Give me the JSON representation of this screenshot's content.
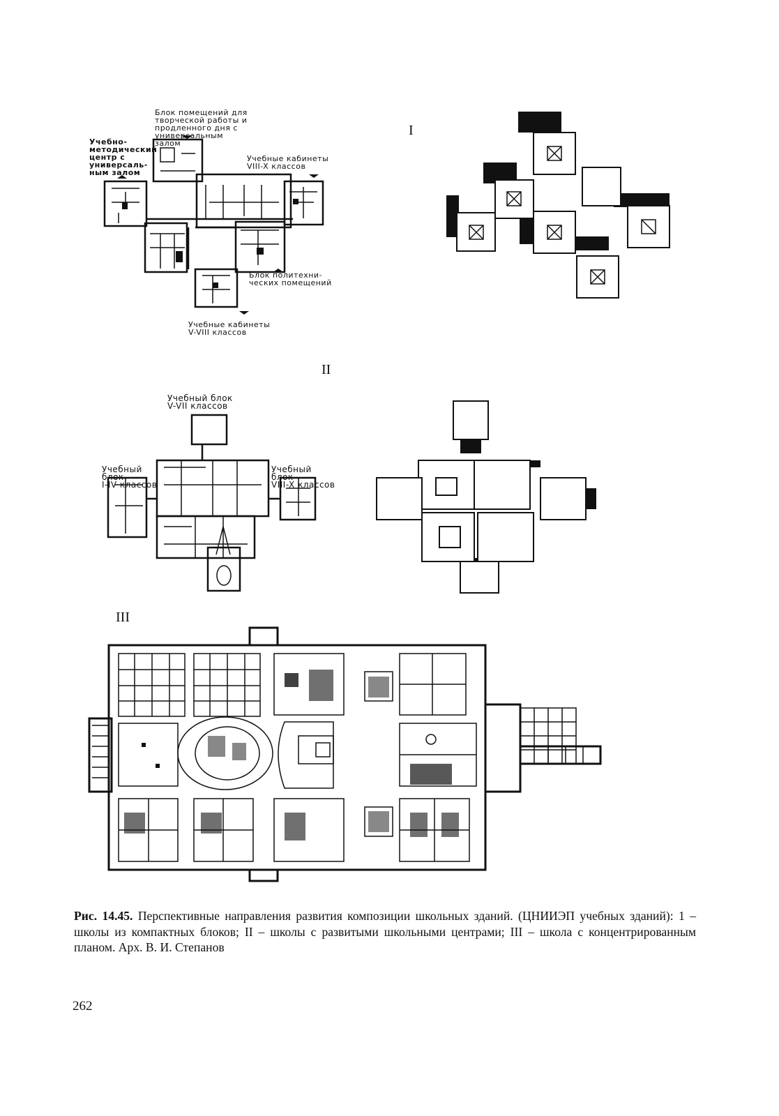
{
  "figure": {
    "part_labels": [
      "I",
      "II",
      "III"
    ],
    "part1_labels": {
      "block_top": "Блок помещений для\nтворческой работы и\nпродленного дня с\nуниверсальным\nзалом",
      "left_center": "Учебно-\nметодический\nцентр с\nуниверсаль-\nным залом",
      "right_classes": "Учебные кабинеты\nVIII-X классов",
      "polytech": "Блок политехни-\nческих помещений",
      "bottom_classes": "Учебные кабинеты\nV-VIII классов"
    },
    "part2_labels": {
      "top_block": "Учебный блок\nV-VII классов",
      "left_block": "Учебный\nблок\nI-IV классов",
      "right_block": "Учебный\nблок\nVIII-X классов"
    }
  },
  "caption": {
    "number": "Рис. 14.45.",
    "text": " Перспективные направления развития композиции школьных зданий. (ЦНИИЭП учебных зданий): 1 – школы из компактных блоков; II – школы с развитыми школьными центрами; III – школа с концентрированным планом. Арх. В. И. Степанов"
  },
  "page_number": "262"
}
